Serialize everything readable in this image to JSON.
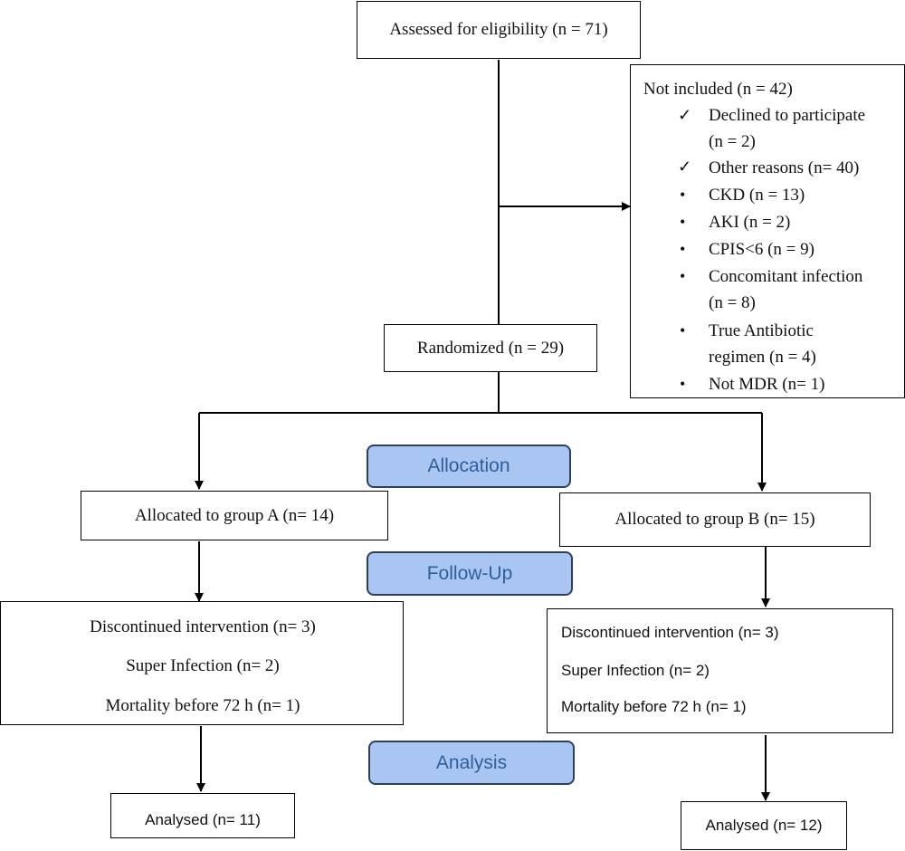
{
  "assessed": "Assessed for eligibility (n = 71)",
  "excluded": {
    "title": "Not included (n = 42)",
    "declined_1": "Declined to participate",
    "declined_2": "(n = 2)",
    "other": "Other reasons (n= 40)",
    "ckd": "CKD (n = 13)",
    "aki": "AKI (n = 2)",
    "cpis": "CPIS<6 (n = 9)",
    "concomitant_1": "Concomitant infection",
    "concomitant_2": "(n = 8)",
    "antibiotic_1": "True Antibiotic",
    "antibiotic_2": "regimen (n = 4)",
    "mdr": "Not MDR (n= 1)"
  },
  "randomized": "Randomized (n = 29)",
  "stages": {
    "allocation": "Allocation",
    "followup": "Follow-Up",
    "analysis": "Analysis"
  },
  "group_a": {
    "allocated": "Allocated to group A (n= 14)",
    "discontinued": "Discontinued intervention (n= 3)",
    "super_infection": "Super Infection (n= 2)",
    "mortality": "Mortality before 72 h (n= 1)",
    "analysed": "Analysed (n= 11)"
  },
  "group_b": {
    "allocated": "Allocated to group B (n= 15)",
    "discontinued": "Discontinued intervention (n= 3)",
    "super_infection": "Super Infection (n= 2)",
    "mortality": "Mortality before 72 h (n= 1)",
    "analysed": "Analysed (n= 12)"
  }
}
